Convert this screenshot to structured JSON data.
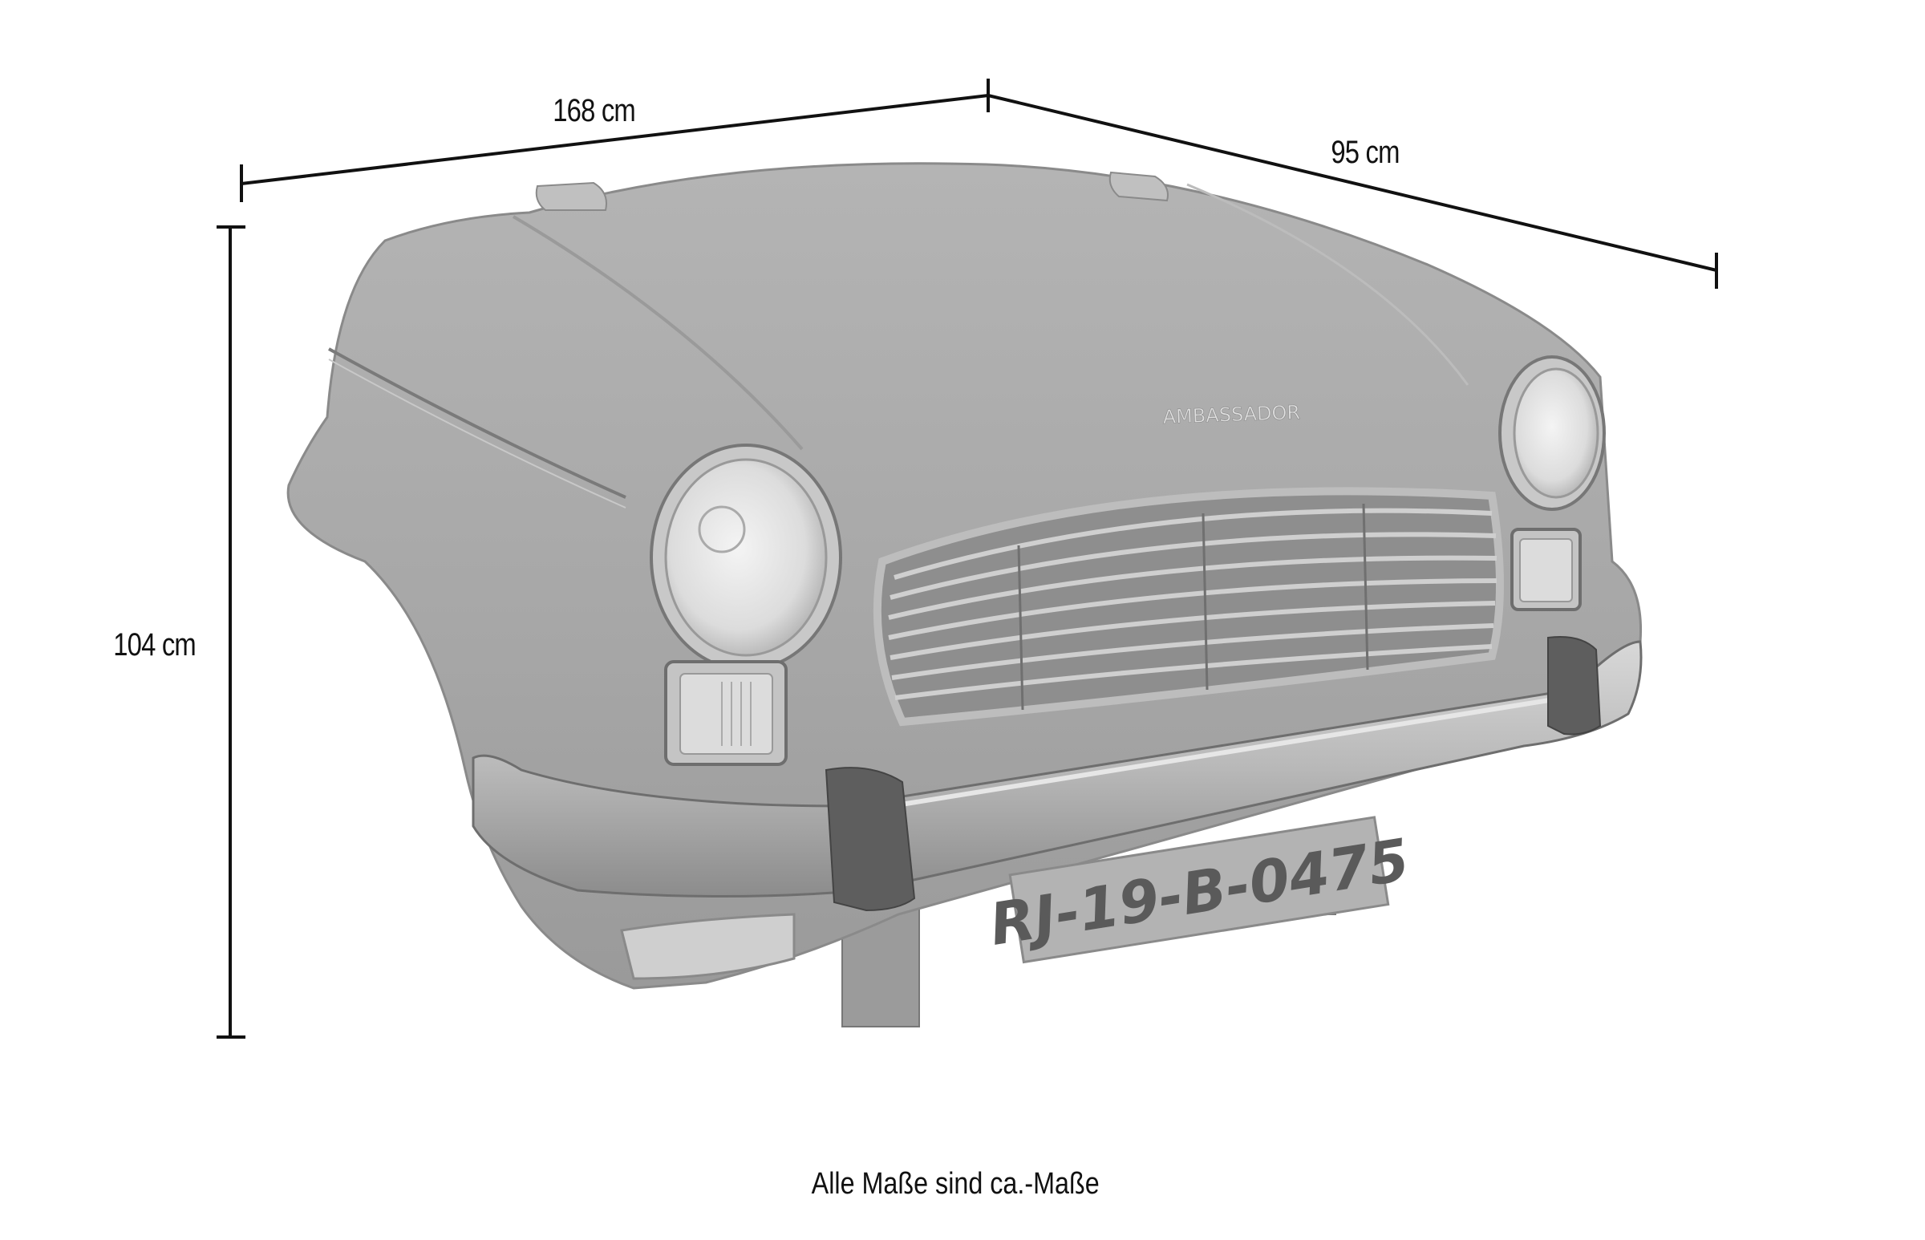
{
  "diagram": {
    "subject": "Ambassador car front sideboard",
    "dimensions": {
      "width": {
        "label": "168 cm",
        "value": 168,
        "unit": "cm"
      },
      "depth": {
        "label": "95 cm",
        "value": 95,
        "unit": "cm"
      },
      "height": {
        "label": "104 cm",
        "value": 104,
        "unit": "cm"
      }
    },
    "emblem_text": "AMBASSADOR",
    "license_plate": "RJ-19-B-0475",
    "caption": "Alle Maße sind ca.-Maße",
    "colors": {
      "background": "#ffffff",
      "dimension_line": "#111111",
      "car_body": "#a9a9a9",
      "chrome": "#cfcfcf",
      "dark_trim": "#6e6e6e"
    }
  }
}
